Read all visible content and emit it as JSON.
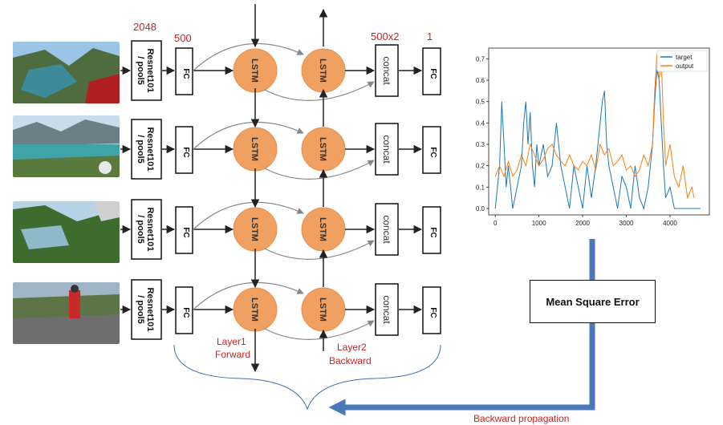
{
  "dimension_labels": {
    "resnet_out": "2048",
    "fc_out": "500",
    "concat_out": "500x2",
    "final_out": "1"
  },
  "block_labels": {
    "resnet": [
      "Resnet101",
      "/ pool5"
    ],
    "fc": "FC",
    "lstm": "LSTM",
    "concat": "concat"
  },
  "layer_labels": {
    "layer1": [
      "Layer1",
      "Forward"
    ],
    "layer2": [
      "Layer2",
      "Backward"
    ]
  },
  "loss_label": "Mean Square Error",
  "backprop_label": "Backward propagation",
  "colors": {
    "lstm_fill": "#f0a060",
    "red_text": "#d42020",
    "blue_arrow": "#4a78b8",
    "target": "#1f77b4",
    "output": "#ff7f0e"
  },
  "chart_data": {
    "type": "line",
    "legend": [
      "target",
      "output"
    ],
    "legend_position": "top-right",
    "x_ticks": [
      "0",
      "1000",
      "2000",
      "3000",
      "4000"
    ],
    "y_ticks": [
      "0.0",
      "0.1",
      "0.2",
      "0.3",
      "0.4",
      "0.5",
      "0.6",
      "0.7"
    ],
    "xlim": [
      -150,
      4900
    ],
    "ylim": [
      -0.03,
      0.75
    ],
    "series": [
      {
        "name": "target",
        "x": [
          0,
          100,
          150,
          200,
          250,
          300,
          400,
          500,
          600,
          650,
          700,
          750,
          800,
          850,
          900,
          950,
          1000,
          1100,
          1200,
          1300,
          1400,
          1500,
          1600,
          1700,
          1800,
          1900,
          2000,
          2100,
          2200,
          2300,
          2400,
          2450,
          2500,
          2550,
          2600,
          2700,
          2800,
          2900,
          3000,
          3100,
          3200,
          3300,
          3400,
          3500,
          3600,
          3650,
          3700,
          3750,
          3800,
          3850,
          3900,
          4000,
          4100,
          4200,
          4300,
          4400,
          4500,
          4600,
          4700
        ],
        "y": [
          0.0,
          0.2,
          0.5,
          0.3,
          0.1,
          0.2,
          0.0,
          0.1,
          0.2,
          0.4,
          0.5,
          0.3,
          0.45,
          0.2,
          0.1,
          0.3,
          0.2,
          0.3,
          0.15,
          0.2,
          0.4,
          0.2,
          0.1,
          0.0,
          0.2,
          0.1,
          0.0,
          0.2,
          0.05,
          0.2,
          0.4,
          0.5,
          0.55,
          0.3,
          0.2,
          0.1,
          0.0,
          0.15,
          0.1,
          0.0,
          0.2,
          0.05,
          0.0,
          0.1,
          0.3,
          0.5,
          0.65,
          0.6,
          0.4,
          0.2,
          0.05,
          0.1,
          0.0,
          0.0,
          0.0,
          0.0,
          0.0,
          0.0,
          0.0
        ]
      },
      {
        "name": "output",
        "x": [
          0,
          100,
          200,
          300,
          400,
          500,
          600,
          700,
          800,
          900,
          1000,
          1100,
          1200,
          1300,
          1400,
          1500,
          1600,
          1700,
          1800,
          1900,
          2000,
          2100,
          2200,
          2300,
          2400,
          2500,
          2600,
          2700,
          2800,
          2900,
          3000,
          3100,
          3200,
          3300,
          3400,
          3500,
          3600,
          3650,
          3700,
          3750,
          3800,
          3850,
          3900,
          4000,
          4100,
          4200,
          4300,
          4400,
          4500,
          4550
        ],
        "y": [
          0.15,
          0.2,
          0.15,
          0.22,
          0.15,
          0.18,
          0.25,
          0.2,
          0.3,
          0.25,
          0.2,
          0.23,
          0.28,
          0.3,
          0.25,
          0.22,
          0.2,
          0.25,
          0.2,
          0.18,
          0.22,
          0.2,
          0.25,
          0.18,
          0.3,
          0.25,
          0.28,
          0.2,
          0.22,
          0.25,
          0.18,
          0.2,
          0.15,
          0.18,
          0.25,
          0.2,
          0.3,
          0.55,
          0.72,
          0.6,
          0.7,
          0.4,
          0.2,
          0.3,
          0.15,
          0.1,
          0.2,
          0.05,
          0.1,
          0.05
        ]
      }
    ]
  }
}
